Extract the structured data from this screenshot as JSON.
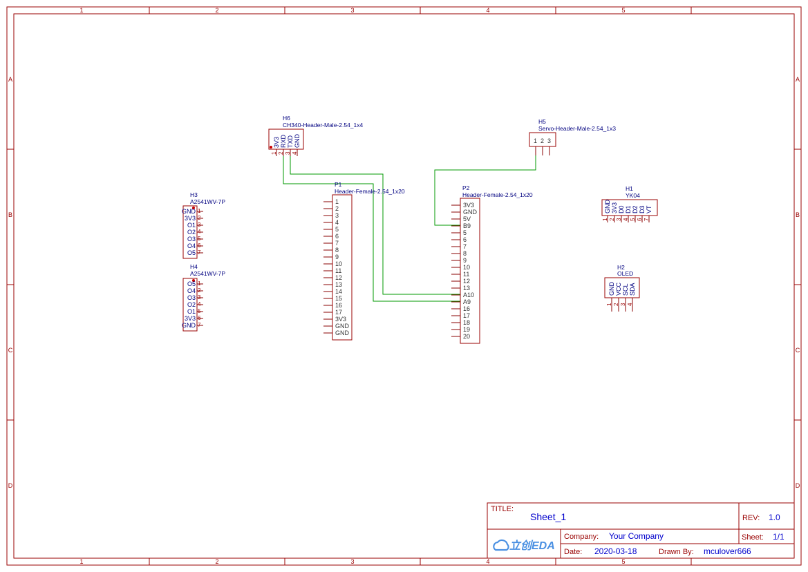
{
  "grid": {
    "columns": [
      "1",
      "2",
      "3",
      "4",
      "5"
    ],
    "rows": [
      "A",
      "B",
      "C",
      "D"
    ]
  },
  "components": {
    "H6": {
      "ref": "H6",
      "value": "CH340-Header-Male-2.54_1x4",
      "pins": [
        {
          "num": "1",
          "name": "3V3"
        },
        {
          "num": "2",
          "name": "RXD"
        },
        {
          "num": "3",
          "name": "TXD"
        },
        {
          "num": "4",
          "name": "GND"
        }
      ]
    },
    "H5": {
      "ref": "H5",
      "value": "Servo-Header-Male-2.54_1x3",
      "pins": [
        {
          "num": "1"
        },
        {
          "num": "2"
        },
        {
          "num": "3"
        }
      ]
    },
    "H3": {
      "ref": "H3",
      "value": "A2541WV-7P",
      "pins": [
        {
          "num": "1",
          "name": "GND"
        },
        {
          "num": "2",
          "name": "3V3"
        },
        {
          "num": "3",
          "name": "O1"
        },
        {
          "num": "4",
          "name": "O2"
        },
        {
          "num": "5",
          "name": "O3"
        },
        {
          "num": "6",
          "name": "O4"
        },
        {
          "num": "7",
          "name": "O5"
        }
      ]
    },
    "H4": {
      "ref": "H4",
      "value": "A2541WV-7P",
      "pins": [
        {
          "num": "1",
          "name": "O5"
        },
        {
          "num": "2",
          "name": "O4"
        },
        {
          "num": "3",
          "name": "O3"
        },
        {
          "num": "4",
          "name": "O2"
        },
        {
          "num": "5",
          "name": "O1"
        },
        {
          "num": "6",
          "name": "3V3"
        },
        {
          "num": "7",
          "name": "GND"
        }
      ]
    },
    "P1": {
      "ref": "P1",
      "value": "Header-Female-2.54_1x20",
      "pins": [
        "1",
        "2",
        "3",
        "4",
        "5",
        "6",
        "7",
        "8",
        "9",
        "10",
        "11",
        "12",
        "13",
        "14",
        "15",
        "16",
        "17",
        "3V3",
        "GND",
        "GND"
      ]
    },
    "P2": {
      "ref": "P2",
      "value": "Header-Female-2.54_1x20",
      "pins": [
        "3V3",
        "GND",
        "5V",
        "B9",
        "5",
        "6",
        "7",
        "8",
        "9",
        "10",
        "11",
        "12",
        "13",
        "A10",
        "A9",
        "16",
        "17",
        "18",
        "19",
        "20"
      ]
    },
    "H1": {
      "ref": "H1",
      "value": "YK04",
      "pins": [
        {
          "num": "1",
          "name": "GND"
        },
        {
          "num": "2",
          "name": "3V3"
        },
        {
          "num": "3",
          "name": "D0"
        },
        {
          "num": "4",
          "name": "D1"
        },
        {
          "num": "5",
          "name": "D2"
        },
        {
          "num": "6",
          "name": "D3"
        },
        {
          "num": "7",
          "name": "VT"
        }
      ]
    },
    "H2": {
      "ref": "H2",
      "value": "OLED",
      "pins": [
        {
          "num": "1",
          "name": "GND"
        },
        {
          "num": "2",
          "name": "VCC"
        },
        {
          "num": "3",
          "name": "SCL"
        },
        {
          "num": "4",
          "name": "SDA"
        }
      ]
    }
  },
  "title_block": {
    "title_label": "TITLE:",
    "title": "Sheet_1",
    "rev_label": "REV:",
    "rev": "1.0",
    "company_label": "Company:",
    "company": "Your Company",
    "sheet_label": "Sheet:",
    "sheet": "1/1",
    "date_label": "Date:",
    "date": "2020-03-18",
    "drawn_label": "Drawn By:",
    "drawn": "mculover666",
    "logo_text": "立创EDA",
    "logo_color": "#4a90e2"
  },
  "colors": {
    "frame": "#990000",
    "wire": "#009900",
    "pin_name": "#000080",
    "title_value": "#0000cc"
  }
}
